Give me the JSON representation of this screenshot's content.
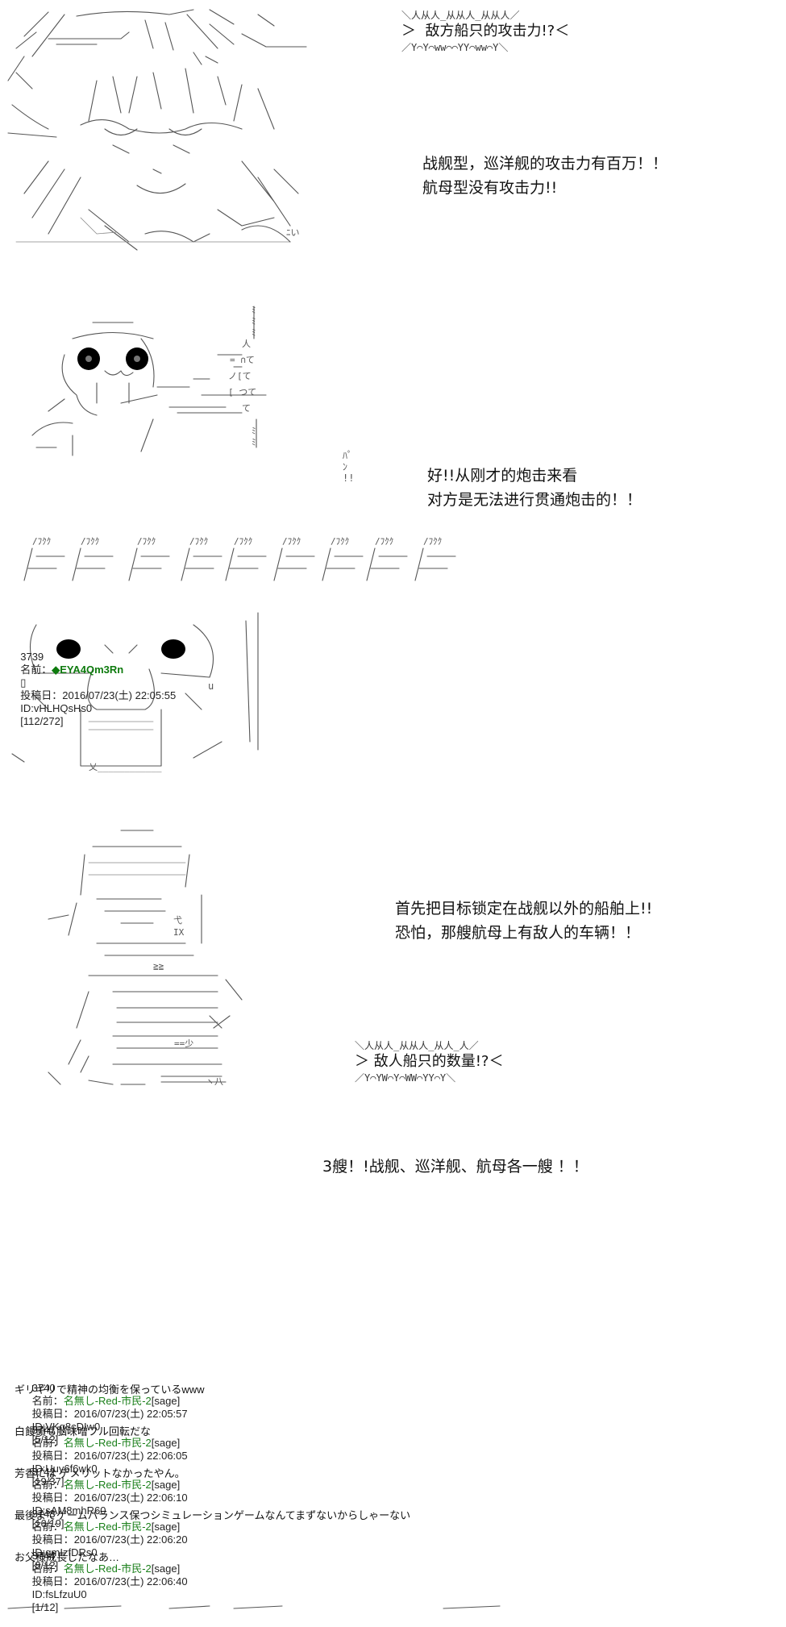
{
  "panels": [
    {
      "shout": {
        "top_edge": "＼人从人_从从人_从从人／",
        "line1": "＞  敌方船只的攻击力!?＜",
        "bottom_edge": "／Y⌒Y⌒ww⌒⌒YY⌒ww⌒Y＼"
      },
      "dialog": "战舰型，巡洋舰的攻击力有百万！！\n航母型没有攻击力!!"
    },
    {
      "dialog": "好!!从刚才的炮击来看\n对方是无法进行贯通炮击的！！",
      "sfx": "ﾊﾟ\nﾝ\n!!"
    }
  ],
  "post_3739": {
    "number": "3739",
    "name_label": "名前：",
    "trip": "◆EYA4Qm3Rn",
    "mark": "▯",
    "date_label": "投稿日：",
    "date": "2016/07/23(土) 22:05:55",
    "id": "ID:vHLHQsHs0",
    "count": "[112/272]"
  },
  "panel_3": {
    "sfx": "/ﾌｸｸ",
    "dialog": "首先把目标锁定在战舰以外的船舶上!!\n恐怕，那艘航母上有敌人的车辆！！"
  },
  "panel_4": {
    "shout": {
      "top_edge": "＼人从人_从从人_从人_人／",
      "line1": "＞ 敌人船只的数量!?＜",
      "bottom_edge": "／Y⌒YW⌒Y⌒WW⌒YY⌒Y＼"
    },
    "dialog": "3艘！!战舰、巡洋舰、航母各一艘 ！！"
  },
  "replies": [
    {
      "number": "3740",
      "name_label": "名前：",
      "name": "名無し-Red-市民-2",
      "sage": "[sage]",
      "date_label": "投稿日：",
      "date": "2016/07/23(土) 22:05:57",
      "id": "ID:VKq8cDIw0",
      "count": "[5/12]",
      "body": "ギリギリで精神の均衡を保っているwww"
    },
    {
      "number": "3741",
      "name_label": "名前：",
      "name": "名無し-Red-市民-2",
      "sage": "[sage]",
      "date_label": "投稿日：",
      "date": "2016/07/23(土) 22:06:05",
      "id": "ID:Uuy6f6wk0",
      "count": "[19/37]",
      "body": "白饅頭も脳味噌フル回転だな"
    },
    {
      "number": "3742",
      "name_label": "名前：",
      "name": "名無し-Red-市民-2",
      "sage": "[sage]",
      "date_label": "投稿日：",
      "date": "2016/07/23(土) 22:06:10",
      "id": "ID:sAM8mhR60",
      "count": "[16/19]",
      "body": "芳香には デメリットなかったやん。"
    },
    {
      "number": "3743",
      "name_label": "名前：",
      "name": "名無し-Red-市民-2",
      "sage": "[sage]",
      "date_label": "投稿日：",
      "date": "2016/07/23(土) 22:06:20",
      "id": "ID:gmIzfDRs0",
      "count": "[8/12]",
      "body": "最後までゲームバランス保つシミュレーションゲームなんてまずないからしゃーない"
    },
    {
      "number": "3744",
      "name_label": "名前：",
      "name": "名無し-Red-市民-2",
      "sage": "[sage]",
      "date_label": "投稿日：",
      "date": "2016/07/23(土) 22:06:40",
      "id": "ID:fsLfzuU0",
      "count": "[1/12]",
      "body": "お父様成長したなあ…"
    }
  ]
}
